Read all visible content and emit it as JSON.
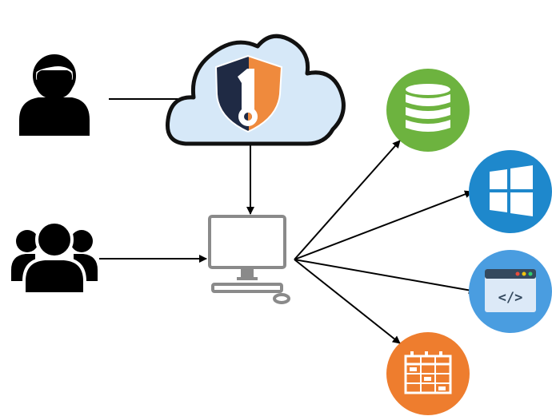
{
  "diagram": {
    "nodes": [
      {
        "id": "single-user",
        "icon": "user-icon"
      },
      {
        "id": "user-group",
        "icon": "user-group-icon"
      },
      {
        "id": "secure-cloud",
        "icon": "cloud-shield-key-icon"
      },
      {
        "id": "workstation",
        "icon": "desktop-computer-icon"
      },
      {
        "id": "database",
        "icon": "database-icon"
      },
      {
        "id": "windows",
        "icon": "windows-logo-icon"
      },
      {
        "id": "web-app",
        "icon": "code-window-icon"
      },
      {
        "id": "server-rack",
        "icon": "server-rack-icon"
      }
    ],
    "edges": [
      {
        "from": "single-user",
        "to": "secure-cloud"
      },
      {
        "from": "secure-cloud",
        "to": "workstation"
      },
      {
        "from": "user-group",
        "to": "workstation"
      },
      {
        "from": "workstation",
        "to": "database"
      },
      {
        "from": "workstation",
        "to": "windows"
      },
      {
        "from": "workstation",
        "to": "web-app"
      },
      {
        "from": "workstation",
        "to": "server-rack"
      }
    ],
    "code_symbol": "</>"
  },
  "colors": {
    "shield_navy": "#1f2a44",
    "shield_orange": "#ef8a3d",
    "cloud_fill": "#d6e8f8",
    "cloud_outline": "#111111",
    "database_green": "#6db33f",
    "windows_blue": "#1e88cc",
    "webapp_blue": "#4a9de0",
    "server_orange": "#ee7d2e",
    "monitor_gray": "#8a8a8a",
    "arrow_black": "#000000"
  }
}
